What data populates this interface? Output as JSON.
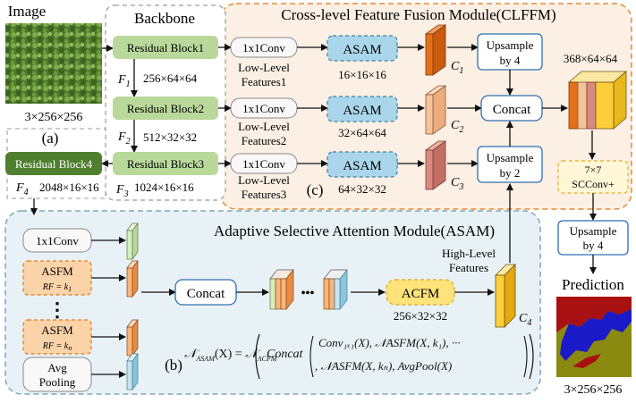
{
  "colors": {
    "backbone_block": "#b9d99b",
    "backbone_block_dark": "#4f7f2f",
    "asam_block": "#a9d6ea",
    "asam_border": "#3f7f9f",
    "asfm_block": "#fbd3a8",
    "asfm_border": "#e0781c",
    "acfm_block": "#fde37a",
    "panel_c_fill": "#fcefe3",
    "panel_c_border": "#e38a36",
    "panel_b_fill": "#e8f2f6",
    "panel_b_border": "#7fa7b7",
    "blue_box_border": "#2e6fb0",
    "feat_c1": "#e4711a",
    "feat_c2": "#f6c29a",
    "feat_c3": "#d98a7e",
    "feat_c4": "#fbce3a",
    "feat_green": "#d8ecc2",
    "feat_orange": "#f7b47c",
    "feat_blue": "#c6e3ee"
  },
  "labels": {
    "image_title": "Image",
    "image_dims": "3×256×256",
    "panel_a": "(a)",
    "backbone_title": "Backbone",
    "rb1": "Residual Block1",
    "rb2": "Residual Block2",
    "rb3": "Residual Block3",
    "rb4": "Residual Block4",
    "f1": "F",
    "f1_sub": "1",
    "f2": "F",
    "f2_sub": "2",
    "f3": "F",
    "f3_sub": "3",
    "f4": "F",
    "f4_sub": "4",
    "dim_f1": "256×64×64",
    "dim_f2": "512×32×32",
    "dim_f3": "1024×16×16",
    "dim_f4": "2048×16×16",
    "clffm_title": "Cross-level Feature Fusion Module(CLFFM)",
    "conv": "1x1Conv",
    "low1_a": "Low-Level",
    "low1_b": "Features1",
    "low2_a": "Low-Level",
    "low2_b": "Features2",
    "low3_a": "Low-Level",
    "low3_b": "Features3",
    "asam": "ASAM",
    "asam_dim1": "16×16×16",
    "asam_dim2": "32×64×64",
    "asam_dim3": "64×32×32",
    "c1": "C",
    "c1_sub": "1",
    "c2": "C",
    "c2_sub": "2",
    "c3": "C",
    "c3_sub": "3",
    "c4": "C",
    "c4_sub": "4",
    "up4_a": "Upsample",
    "up4_b": "by 4",
    "up2_a": "Upsample",
    "up2_b": "by 2",
    "concat": "Concat",
    "concat_dim": "368×64×64",
    "panel_c": "(c)",
    "scconv_a": "7×7",
    "scconv_b": "SCConv+",
    "up4b_a": "Upsample",
    "up4b_b": "by 4",
    "prediction_title": "Prediction",
    "prediction_dims": "3×256×256",
    "asam_module_title": "Adaptive Selective Attention Module(ASAM)",
    "asam_conv": "1x1Conv",
    "asfm": "ASFM",
    "rf1": "RF = k",
    "rf1_sub": "1",
    "rfn": "RF = k",
    "rfn_sub": "n",
    "avg_a": "Avg",
    "avg_b": "Pooling",
    "concat_b": "Concat",
    "acfm": "ACFM",
    "acfm_dim": "256×32×32",
    "high_a": "High-Level",
    "high_b": "Features",
    "panel_b": "(b)",
    "vdots": "⋮",
    "dots": "•••"
  },
  "formula": {
    "lhs": "𝒩",
    "lhs_sub": "ASAM",
    "lhs_arg": "(X) = ",
    "rhs": "𝒩",
    "rhs_sub": "ACFM",
    "concat_word": "Concat",
    "line1": "Conv₁ₓ₁(X), 𝒩ASFM(X, k₁), ···",
    "line2": ", 𝒩ASFM(X, kₙ), AvgPool(X)"
  }
}
